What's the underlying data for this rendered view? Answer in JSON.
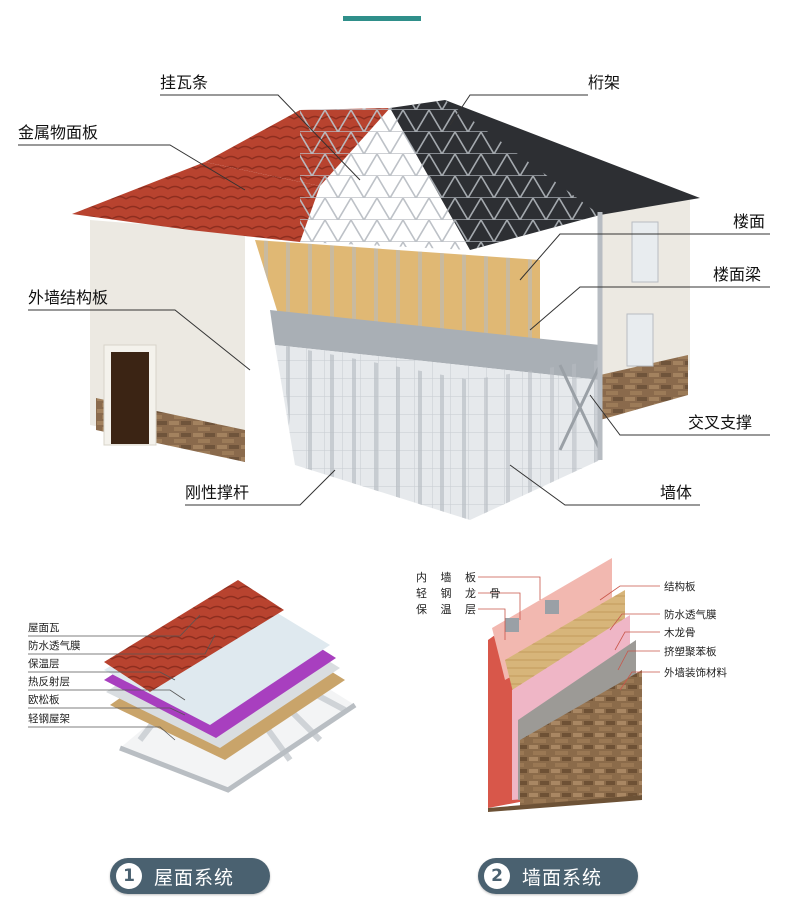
{
  "house": {
    "labels": {
      "gua_wa_tiao": "挂瓦条",
      "heng_jia": "桁架",
      "jin_shu_mian_ban": "金属物面板",
      "lou_mian": "楼面",
      "lou_mian_liang": "楼面梁",
      "wai_qiang_jie_gou_ban": "外墙结构板",
      "jiao_cha_zhi_cheng": "交叉支撑",
      "gang_xing_cheng_gan": "刚性撑杆",
      "qiang_ti": "墙体"
    }
  },
  "roof_system": {
    "layers": [
      "屋面瓦",
      "防水透气膜",
      "保温层",
      "热反射层",
      "欧松板",
      "轻钢屋架"
    ],
    "badge_number": "1",
    "badge_label": "屋面系统"
  },
  "wall_system": {
    "left_labels": [
      "内 墙 板",
      "轻 钢 龙 骨",
      "保 温 层"
    ],
    "right_labels": [
      "结构板",
      "防水透气膜",
      "木龙骨",
      "挤塑聚苯板",
      "外墙装饰材料"
    ],
    "badge_number": "2",
    "badge_label": "墙面系统"
  },
  "colors": {
    "accent": "#2f8f8a",
    "badge": "#4a6170",
    "roof_tile": "#b8432f",
    "steel": "#c9ced3",
    "wall": "#ece9e2",
    "stone": "#8a6a4c"
  }
}
